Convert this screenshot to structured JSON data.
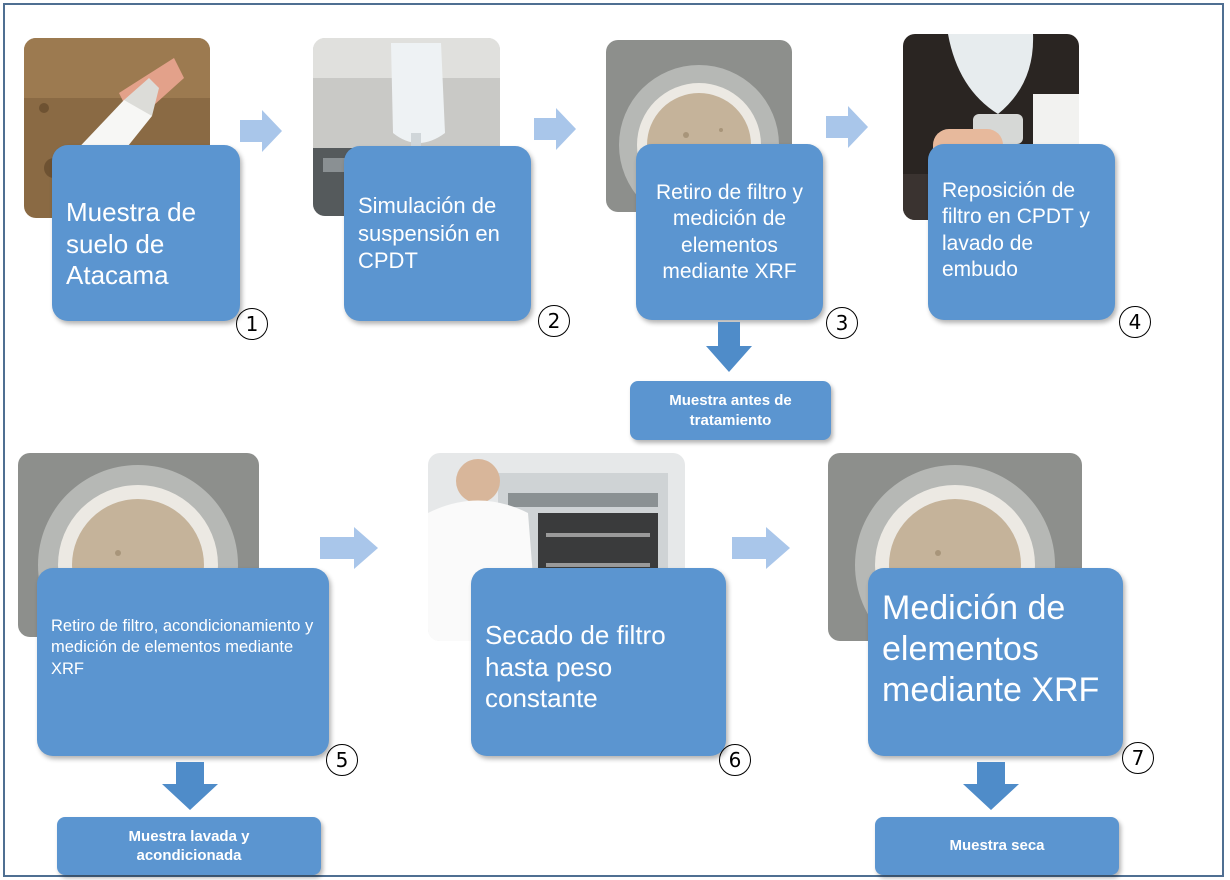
{
  "steps": [
    {
      "id": 1,
      "label": "Muestra de suelo de Atacama",
      "number": "1"
    },
    {
      "id": 2,
      "label": "Simulación de suspensión en CPDT",
      "number": "2"
    },
    {
      "id": 3,
      "label": "Retiro de filtro y medición de elementos mediante XRF",
      "number": "3"
    },
    {
      "id": 4,
      "label": "Reposición de filtro en CPDT y lavado de embudo",
      "number": "4"
    },
    {
      "id": 5,
      "label": "Retiro de filtro, acondicionamiento y medición de elementos mediante XRF",
      "number": "5"
    },
    {
      "id": 6,
      "label": "Secado de filtro hasta peso constante",
      "number": "6"
    },
    {
      "id": 7,
      "label": "Medición de elementos mediante XRF",
      "number": "7"
    }
  ],
  "outputs": [
    {
      "label": "Muestra antes de tratamiento"
    },
    {
      "label": "Muestra lavada y acondicionada"
    },
    {
      "label": "Muestra seca"
    }
  ],
  "colors": {
    "box": "#5b95d0",
    "arrow": "#a9c6ea",
    "arrow_down": "#4f8cc9",
    "frame": "#4f6f92"
  }
}
